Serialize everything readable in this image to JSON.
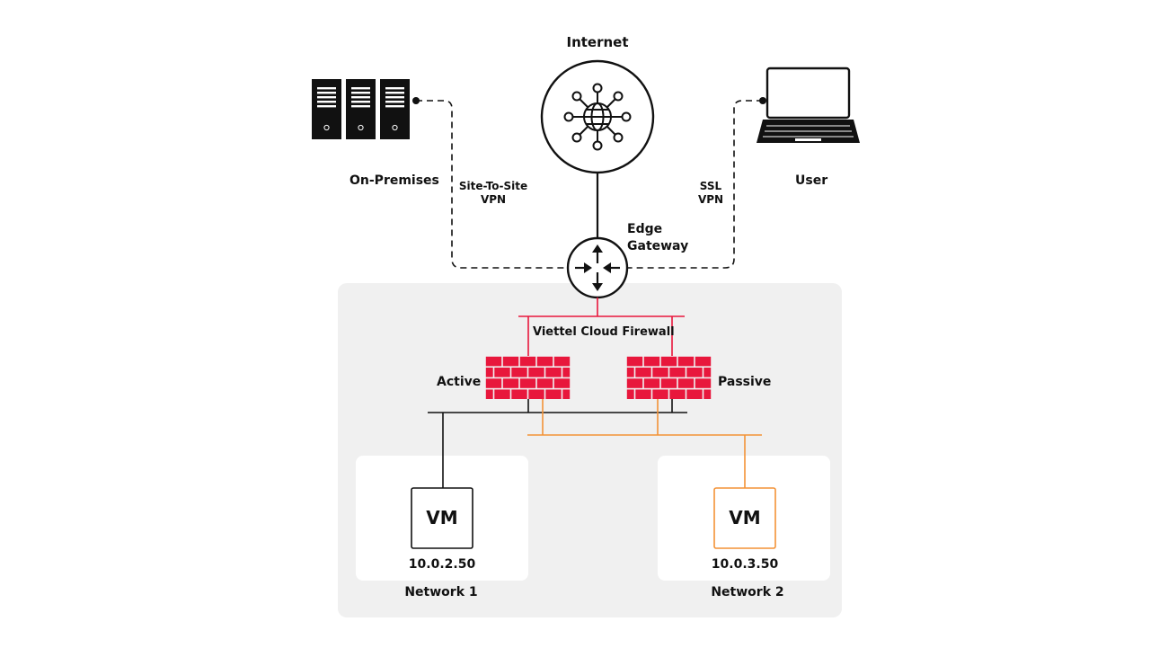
{
  "labels": {
    "internet": "Internet",
    "on_premises": "On-Premises",
    "user": "User",
    "site_to_site_vpn": [
      "Site-To-Site",
      "VPN"
    ],
    "ssl_vpn": [
      "SSL",
      "VPN"
    ],
    "edge_gateway": [
      "Edge",
      "Gateway"
    ],
    "firewall_title": "Viettel Cloud Firewall",
    "active": "Active",
    "passive": "Passive"
  },
  "networks": [
    {
      "vm_label": "VM",
      "ip": "10.0.2.50",
      "name": "Network 1"
    },
    {
      "vm_label": "VM",
      "ip": "10.0.3.50",
      "name": "Network 2"
    }
  ],
  "colors": {
    "line": "#111111",
    "firewall_red": "#e8173c",
    "network2_orange": "#f39236",
    "cloud_bg": "#f0f0f0",
    "panel_bg": "#ffffff"
  }
}
